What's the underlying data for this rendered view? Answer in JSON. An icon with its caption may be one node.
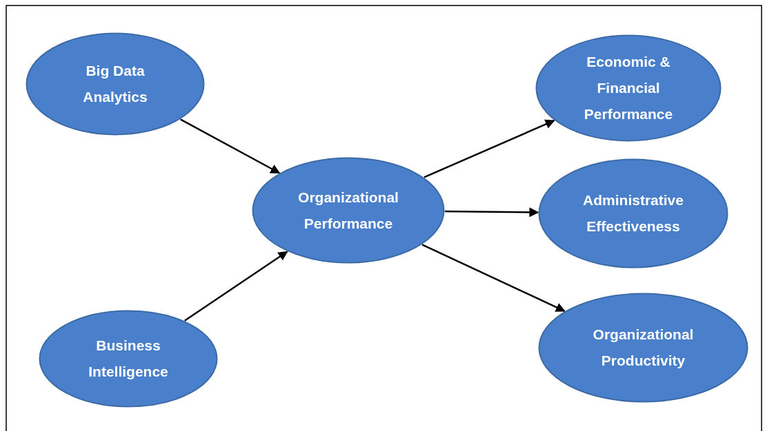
{
  "diagram": {
    "nodes": [
      {
        "text": [
          "Big Data Analytics"
        ]
      },
      {
        "text": [
          "Business Intelligence"
        ]
      },
      {
        "text": [
          "Organizational Performance"
        ]
      },
      {
        "text": [
          "Economic & Financial Performance"
        ]
      },
      {
        "text": [
          "Administrative Effectiveness"
        ]
      },
      {
        "text": [
          "Organizational Productivity"
        ]
      }
    ],
    "edges": [
      {
        "from": 0,
        "to": 2,
        "arrow": "to"
      },
      {
        "from": 1,
        "to": 2,
        "arrow": "to"
      },
      {
        "from": 2,
        "to": 3,
        "arrow": "to"
      },
      {
        "from": 2,
        "to": 4,
        "arrow": "to"
      },
      {
        "from": 2,
        "to": 5,
        "arrow": "to"
      }
    ]
  }
}
